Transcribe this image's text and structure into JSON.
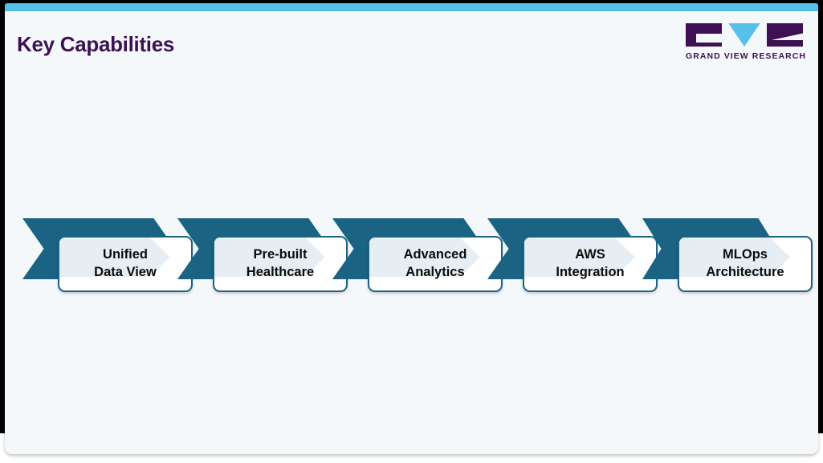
{
  "slide": {
    "title": "Key Capabilities",
    "background_color": "#f4f8fb",
    "accent_bar_color": "#55c0e8",
    "title_color": "#3d1152"
  },
  "logo": {
    "wordmark": "GRAND VIEW RESEARCH",
    "mark_color": "#3d1152",
    "triangle_color": "#55c0e8"
  },
  "process": {
    "band_color": "#1b6383",
    "card_fill": "#ffffff",
    "card_wash": "#e7eef3",
    "label_color": "#0c0c0c",
    "steps": [
      {
        "label": "Unified\nData View"
      },
      {
        "label": "Pre-built\nHealthcare"
      },
      {
        "label": "Advanced\nAnalytics"
      },
      {
        "label": "AWS\nIntegration"
      },
      {
        "label": "MLOps\nArchitecture"
      }
    ]
  }
}
